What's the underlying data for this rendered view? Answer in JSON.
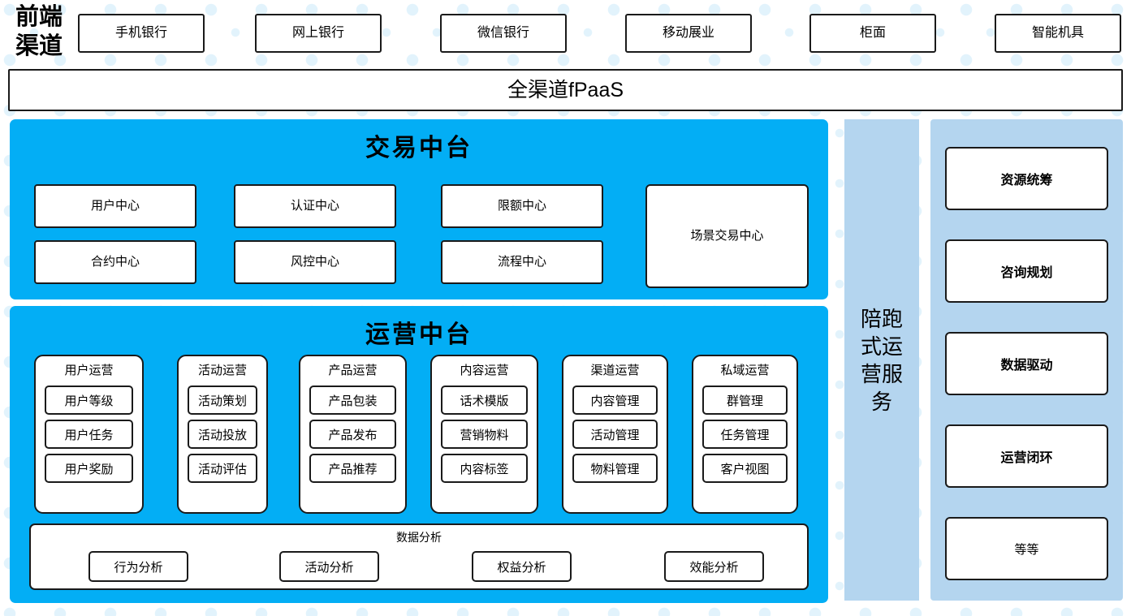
{
  "theme": {
    "cyan": "#03AEF5",
    "light_blue": "#B4D5EF",
    "outline": "#1A1A1A",
    "dot": "#E2F3FC",
    "box_fill": "#FFFFFF"
  },
  "frontend": {
    "label": "前端\n渠道",
    "channels": [
      {
        "label": "手机银行"
      },
      {
        "label": "网上银行"
      },
      {
        "label": "微信银行"
      },
      {
        "label": "移动展业"
      },
      {
        "label": "柜面"
      },
      {
        "label": "智能机具"
      }
    ]
  },
  "platform_bar": {
    "label": "全渠道fPaaS"
  },
  "trade_center": {
    "title": "交易中台",
    "boxes": [
      {
        "label": "用户中心"
      },
      {
        "label": "认证中心"
      },
      {
        "label": "限额中心"
      },
      {
        "label": "合约中心"
      },
      {
        "label": "风控中心"
      },
      {
        "label": "流程中心"
      }
    ],
    "scene_box": {
      "label": "场景交易中心"
    }
  },
  "ops_center": {
    "title": "运营中台",
    "columns": [
      {
        "title": "用户运营",
        "items": [
          "用户等级",
          "用户任务",
          "用户奖励"
        ]
      },
      {
        "title": "活动运营",
        "items": [
          "活动策划",
          "活动投放",
          "活动评估"
        ]
      },
      {
        "title": "产品运营",
        "items": [
          "产品包装",
          "产品发布",
          "产品推荐"
        ]
      },
      {
        "title": "内容运营",
        "items": [
          "话术模版",
          "营销物料",
          "内容标签"
        ]
      },
      {
        "title": "渠道运营",
        "items": [
          "内容管理",
          "活动管理",
          "物料管理"
        ]
      },
      {
        "title": "私域运营",
        "items": [
          "群管理",
          "任务管理",
          "客户视图"
        ]
      }
    ],
    "data_analysis": {
      "title": "数据分析",
      "items": [
        "行为分析",
        "活动分析",
        "权益分析",
        "效能分析"
      ]
    }
  },
  "service_bar": {
    "label": "陪跑式运营服务"
  },
  "capabilities": [
    {
      "label": "资源统筹",
      "bold": true
    },
    {
      "label": "咨询规划",
      "bold": true
    },
    {
      "label": "数据驱动",
      "bold": true
    },
    {
      "label": "运营闭环",
      "bold": true
    },
    {
      "label": "等等",
      "bold": false
    }
  ]
}
